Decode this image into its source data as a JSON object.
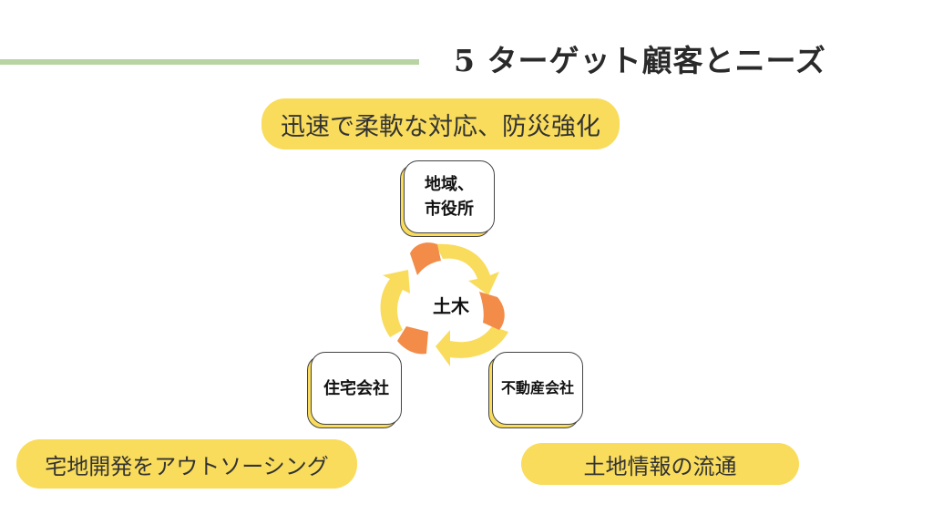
{
  "header": {
    "title": "5 ターゲット顧客とニーズ",
    "accent_line_color": "#b9d3a3"
  },
  "diagram": {
    "center_label": "土木",
    "nodes": {
      "top": "地域、\n市役所",
      "left": "住宅会社",
      "right": "不動産会社"
    },
    "needs": {
      "top": "迅速で柔軟な対応、防災強化",
      "left": "宅地開発をアウトソーシング",
      "right": "土地情報の流通"
    },
    "colors": {
      "pill": "#f9dc5c",
      "arrow": "#f9dc5c",
      "accent": "#f28c48"
    },
    "cycle_icon": "recycle-arrows-icon"
  }
}
